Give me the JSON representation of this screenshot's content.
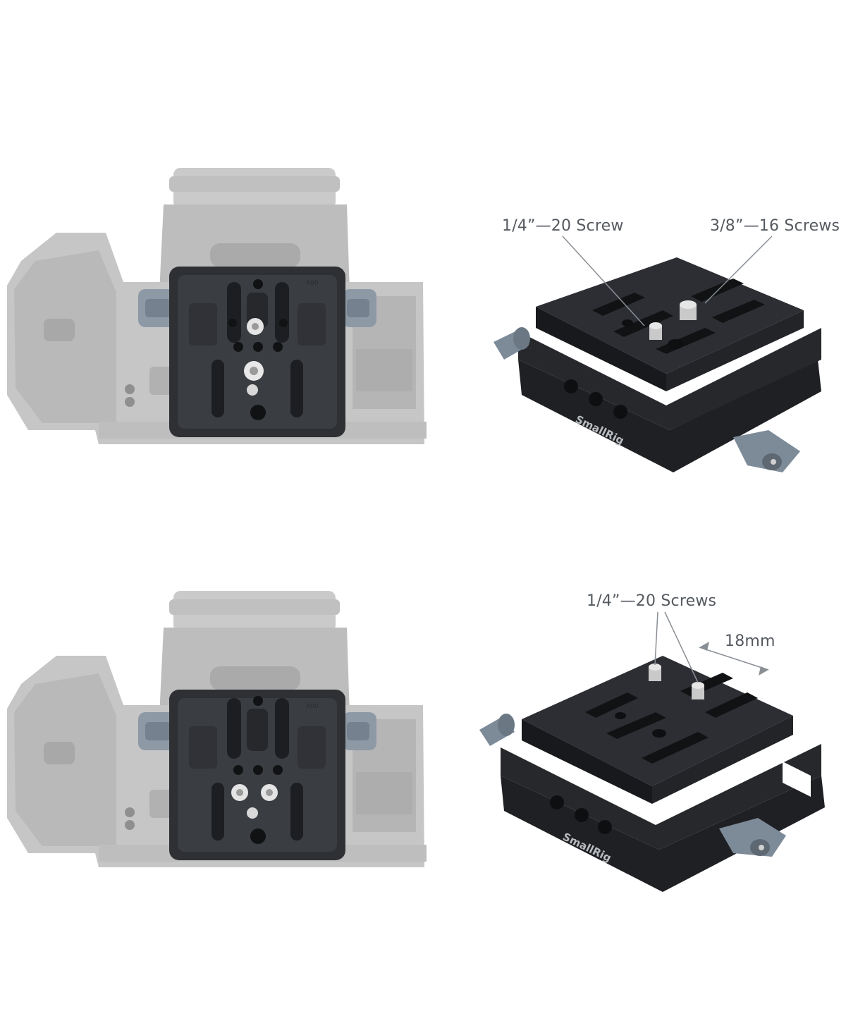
{
  "colors": {
    "camera_gray": "#c4c4c4",
    "camera_dark": "#a9a9a9",
    "plate_dark": "#2b2d31",
    "plate_face": "#1b1c1f",
    "knob_blue_gray": "#7d8b99",
    "label_text": "#555a60",
    "leader_line": "#8a8f95"
  },
  "panels": [
    {
      "id": "top",
      "callouts": {
        "screw_a": "1/4”—20 Screw",
        "screw_b": "3/8”—16 Screws"
      },
      "plate_brand": "SmallRig",
      "plate_marking": "A00"
    },
    {
      "id": "bottom",
      "callouts": {
        "screws": "1/4”—20 Screws",
        "spacing": "18mm"
      },
      "plate_brand": "SmallRig",
      "plate_marking": "A00"
    }
  ]
}
